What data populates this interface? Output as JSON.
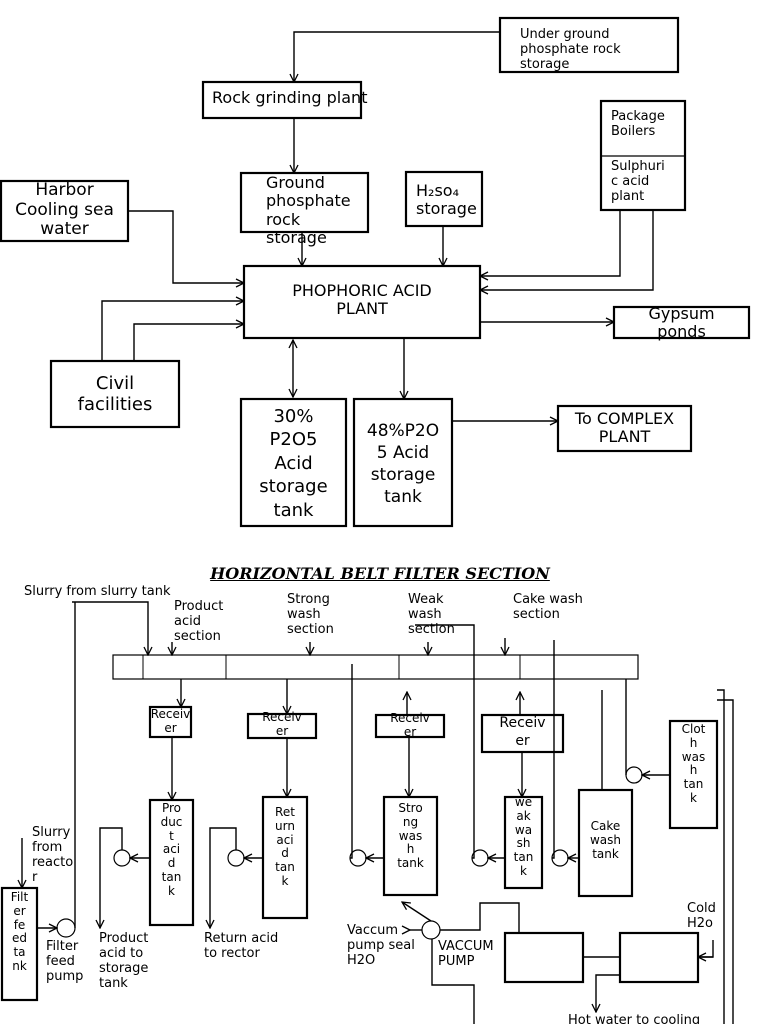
{
  "top": {
    "underground_storage": "Under ground\nphosphate rock\nstorage",
    "rock_grinding": "Rock grinding plant",
    "ground_storage": "Ground\nphosphate\nrock\nstorage",
    "h2so4_storage": "H₂so₄\nstorage",
    "package_boilers": "Package\nBoilers",
    "sulphuric_plant": "Sulphuri\nc acid\nplant",
    "harbor": "Harbor\nCooling sea\nwater",
    "phosphoric_plant": "PHOPHORIC ACID\nPLANT",
    "gypsum": "Gypsum\nponds",
    "civil": "Civil\nfacilities",
    "tank30": "30%\nP2O5\nAcid\nstorage\ntank",
    "tank48": "48%P2O\n5 Acid\nstorage\ntank",
    "complex": "To COMPLEX\nPLANT"
  },
  "bottom": {
    "title": "HORIZONTAL BELT FILTER SECTION",
    "slurry_from_tank": "Slurry from slurry tank",
    "product_acid_section": "Product\nacid\nsection",
    "strong_wash_section": "Strong\nwash\nsection",
    "weak_wash_section": "Weak\nwash\nsection",
    "cake_wash_section": "Cake wash\nsection",
    "receiver1": "Receiv\ner",
    "receiver2": "Receiv\ner",
    "receiver3": "Receiv\ner",
    "receiver4": "Receiv\ner",
    "cloth_wash_tank": "Clot\nh\nwas\nh\ntan\nk",
    "product_acid_tank": "Pro\nduc\nt\naci\nd\ntan\nk",
    "return_acid_tank": "Ret\nurn\naci\nd\ntan\nk",
    "strong_wash_tank": "Stro\nng\nwas\nh\ntank",
    "weak_wash_tank": "we\nak\nwa\nsh\ntan\nk",
    "cake_wash_tank": "Cake\nwash\ntank",
    "slurry_from_reactor": "Slurry\nfrom\nreacto\nr",
    "filter_feed_tank": "Filt\ner\nfe\ned\nta\nnk",
    "filter_feed_pump": "Filter\nfeed\npump",
    "product_acid_to_storage": "Product\nacid to\nstorage\ntank",
    "return_acid_to_rector": "Return acid\nto rector",
    "vaccum_pump_seal": "Vaccum\npump seal\nH2O",
    "vaccum_pump": "VACCUM\nPUMP",
    "cold_h2o": "Cold\nH2o",
    "hot_water": "Hot water to cooling"
  }
}
